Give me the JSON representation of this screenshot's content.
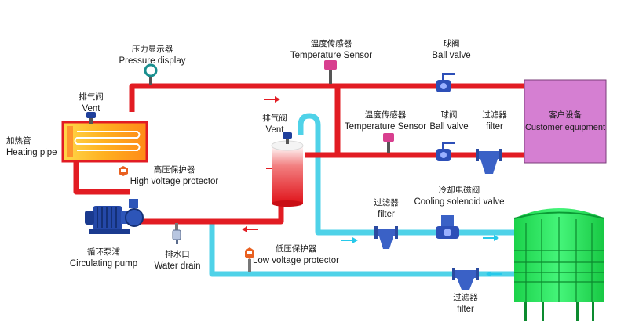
{
  "colors": {
    "hot_pipe": "#e21c23",
    "cold_pipe": "#4fd2e8",
    "customer_box": "#d57fd2",
    "tower": "#22ee55",
    "arrow_hot": "#e21c23",
    "arrow_cold": "#27c9ea",
    "pump": "#2448a8"
  },
  "labels": {
    "pressure_display": {
      "cn": "压力显示器",
      "en": "Pressure display"
    },
    "temp_sensor_top": {
      "cn": "温度传感器",
      "en": "Temperature Sensor"
    },
    "ball_valve_top": {
      "cn": "球阀",
      "en": "Ball valve"
    },
    "vent_left": {
      "cn": "排气阀",
      "en": "Vent"
    },
    "heating_pipe": {
      "cn": "加热管",
      "en": "Heating pipe"
    },
    "high_voltage": {
      "cn": "高压保护器",
      "en": "High voltage protector"
    },
    "vent_mid": {
      "cn": "排气阀",
      "en": "Vent"
    },
    "temp_sensor_mid": {
      "cn": "温度传感器",
      "en": "Temperature Sensor"
    },
    "ball_valve_mid": {
      "cn": "球阀",
      "en": "Ball valve"
    },
    "filter_right": {
      "cn": "过滤器",
      "en": "filter"
    },
    "customer_equipment": {
      "cn": "客户设备",
      "en": "Customer equipment"
    },
    "filter_mid": {
      "cn": "过滤器",
      "en": "filter"
    },
    "cooling_valve": {
      "cn": "冷却电磁阀",
      "en": "Cooling solenoid valve"
    },
    "circulating_pump": {
      "cn": "循环泵浦",
      "en": "Circulating pump"
    },
    "water_drain": {
      "cn": "排水口",
      "en": "Water drain"
    },
    "low_voltage": {
      "cn": "低压保护器",
      "en": "Low voltage protector"
    },
    "filter_bottom": {
      "cn": "过滤器",
      "en": "filter"
    }
  }
}
